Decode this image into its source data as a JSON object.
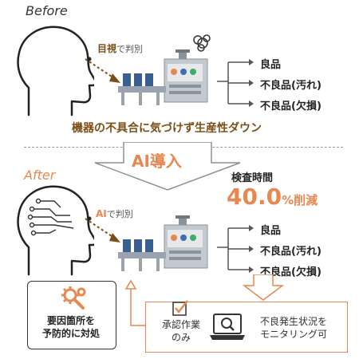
{
  "before": {
    "label": "Before",
    "method_main": "目視",
    "method_rest": "で判別",
    "outputs": [
      "良品",
      "不良品(汚れ)",
      "不良品(欠損)"
    ],
    "problem": "機器の不具合に気づけず生産性ダウン"
  },
  "transition": {
    "label": "AI導入"
  },
  "after": {
    "label": "After",
    "method_main": "AI",
    "method_rest": "で判別",
    "outputs": [
      "良品",
      "不良品(汚れ)",
      "不良品(欠損)"
    ],
    "metric_label": "検査時間",
    "metric_value": "40.0",
    "metric_unit": "%",
    "metric_suffix": "削減",
    "approval_text": [
      "承認作業",
      "のみ"
    ],
    "monitor_text": [
      "不良発生状況を",
      "モニタリング可"
    ],
    "prevent_text": [
      "要因箇所を",
      "予防的に対処"
    ]
  },
  "colors": {
    "accent": "#e8874f",
    "brown": "#7b4e16",
    "conveyor": "#9aa3ad",
    "machine": "#c4c9cf",
    "machine_dark": "#8a939c",
    "arrow_gray": "#c9c9c9"
  },
  "icons": [
    "head-outline-icon",
    "ai-circuit-head-icon",
    "inspection-machine-icon",
    "smoke-cloud-icon",
    "wrench-gear-icon",
    "checkbox-icon",
    "laptop-search-icon"
  ]
}
